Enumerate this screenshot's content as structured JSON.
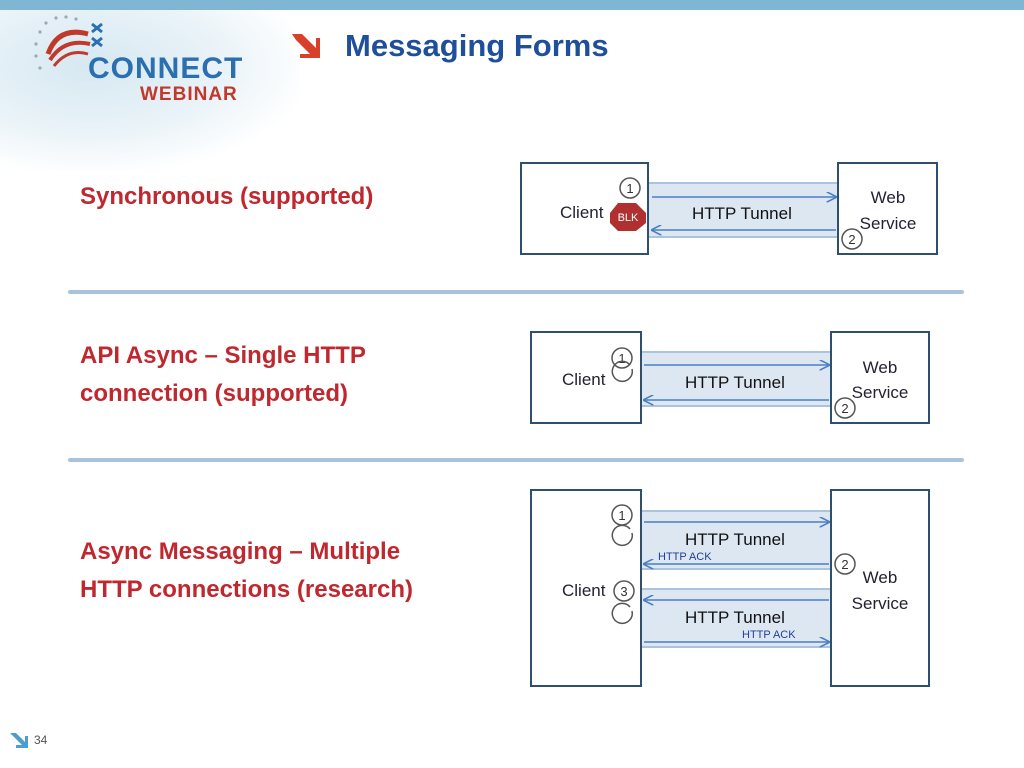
{
  "header": {
    "title": "Messaging Forms",
    "logo": {
      "line1": "CONNECT",
      "line2": "WEBINAR"
    }
  },
  "sections": [
    {
      "label_line1": "Synchronous (supported)",
      "label_line2": "",
      "diagram": {
        "client": "Client",
        "service_line1": "Web",
        "service_line2": "Service",
        "tunnel": "HTTP Tunnel",
        "step1": "1",
        "step2": "2",
        "badge": "BLK"
      }
    },
    {
      "label_line1": "API Async – Single HTTP",
      "label_line2": "connection (supported)",
      "diagram": {
        "client": "Client",
        "service_line1": "Web",
        "service_line2": "Service",
        "tunnel": "HTTP Tunnel",
        "step1": "1",
        "step2": "2"
      }
    },
    {
      "label_line1": "Async Messaging – Multiple",
      "label_line2": "HTTP connections (research)",
      "diagram": {
        "client": "Client",
        "service_line1": "Web",
        "service_line2": "Service",
        "tunnel1": "HTTP Tunnel",
        "tunnel2": "HTTP Tunnel",
        "ack1": "HTTP ACK",
        "ack2": "HTTP ACK",
        "step1": "1",
        "step2": "2",
        "step3": "3"
      }
    }
  ],
  "footer": {
    "page": "34"
  },
  "colors": {
    "title": "#1f4e9a",
    "label": "#c0282f",
    "arrow": "#4a7fc1",
    "tunnel_fill": "#dde7f2",
    "badge": "#b03030"
  }
}
